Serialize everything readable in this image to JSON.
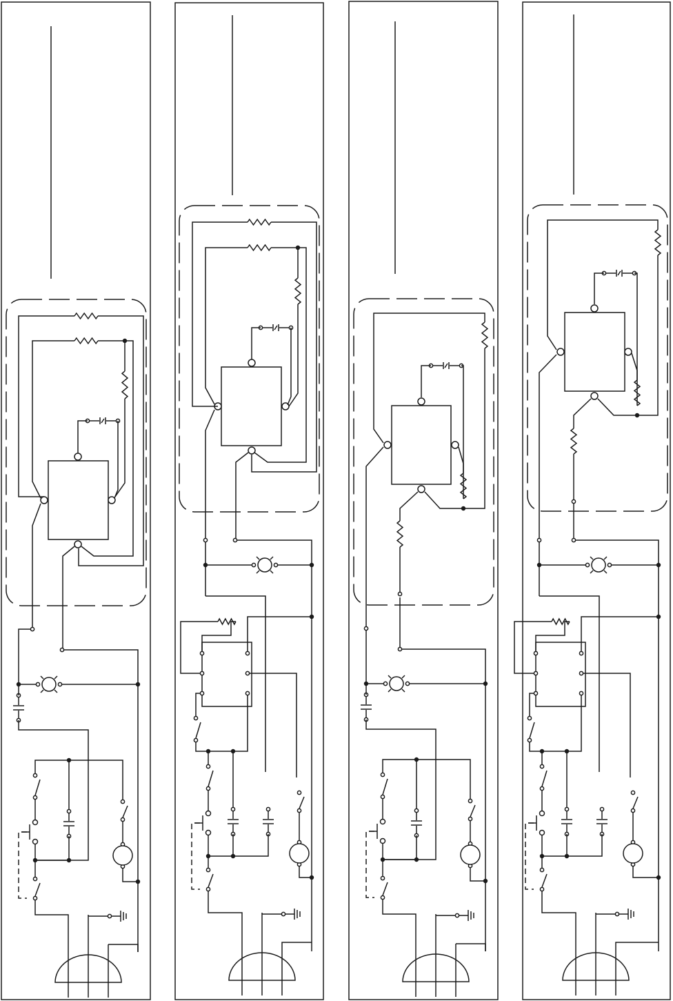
{
  "figure": {
    "panel_count": 4,
    "panels": [
      {
        "index": 1,
        "variant": "single-relay-left"
      },
      {
        "index": 2,
        "variant": "dual-relay"
      },
      {
        "index": 3,
        "variant": "single-relay-right"
      },
      {
        "index": 4,
        "variant": "dual-relay-right"
      }
    ],
    "colors": {
      "stroke": "#1a1a1a",
      "background": "#ffffff"
    },
    "symbols": [
      "resistor",
      "capacitor",
      "crystal",
      "lamp",
      "switch",
      "motor",
      "ground",
      "dome-connector",
      "ic-package",
      "relay"
    ]
  }
}
